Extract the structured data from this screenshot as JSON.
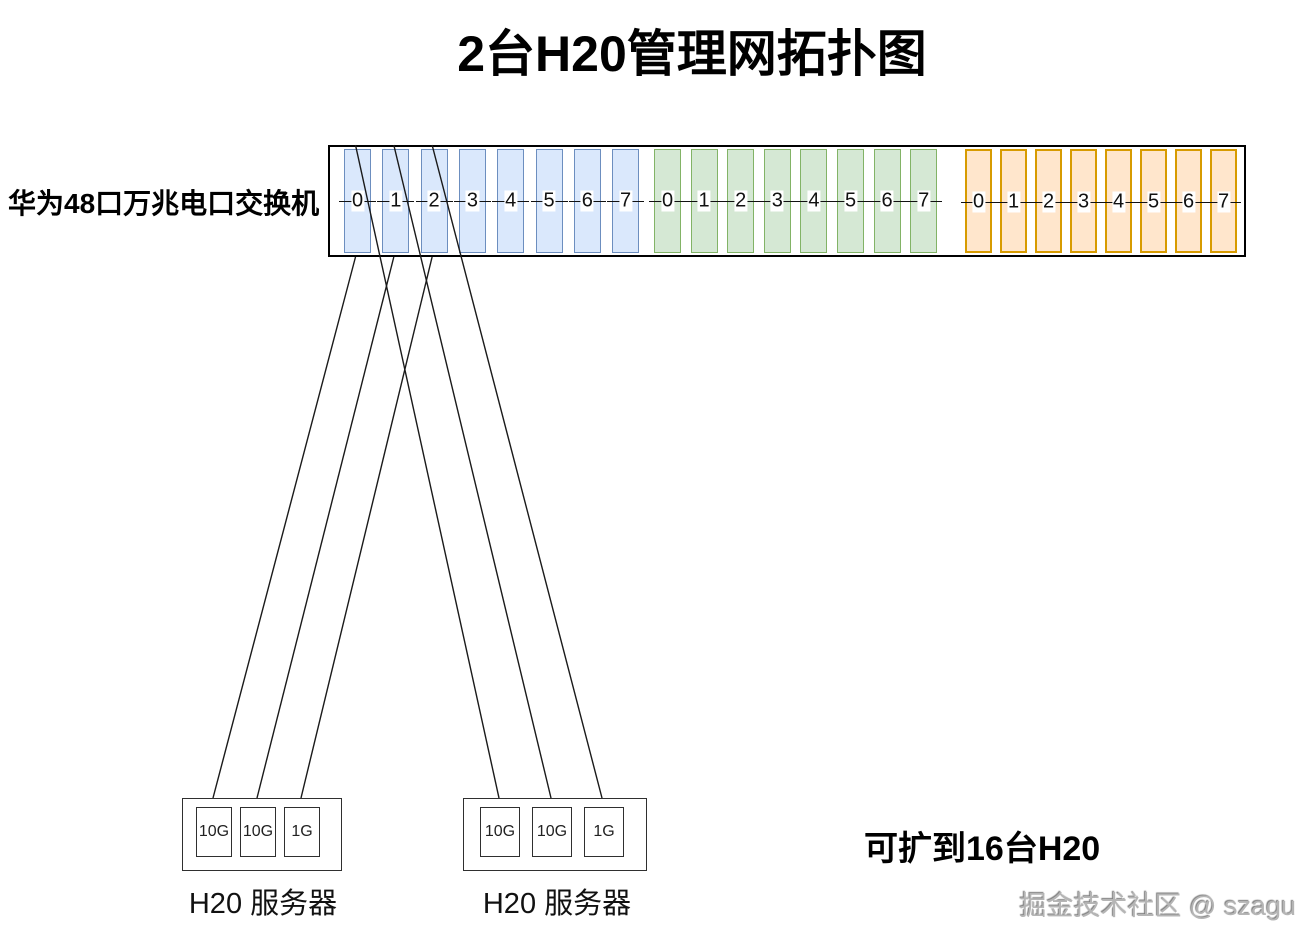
{
  "title": "2台H20管理网拓扑图",
  "switch": {
    "label": "华为48口万兆电口交换机",
    "groups": [
      {
        "name": "blue-port-group",
        "fill": "#dae8fc",
        "stroke": "#6c8ebf",
        "ports": [
          "0",
          "1",
          "2",
          "3",
          "4",
          "5",
          "6",
          "7"
        ]
      },
      {
        "name": "green-port-group",
        "fill": "#d5e8d4",
        "stroke": "#82b366",
        "ports": [
          "0",
          "1",
          "2",
          "3",
          "4",
          "5",
          "6",
          "7"
        ]
      },
      {
        "name": "orange-port-group",
        "fill": "#ffe6cc",
        "stroke": "#d79b00",
        "ports": [
          "0",
          "1",
          "2",
          "3",
          "4",
          "5",
          "6",
          "7"
        ]
      }
    ]
  },
  "servers": [
    {
      "label": "H20 服务器",
      "ports": [
        "10G",
        "10G",
        "1G"
      ]
    },
    {
      "label": "H20 服务器",
      "ports": [
        "10G",
        "10G",
        "1G"
      ]
    }
  ],
  "connections": [
    {
      "group": 0,
      "port": 0,
      "server": 0,
      "server_port": 0
    },
    {
      "group": 0,
      "port": 1,
      "server": 0,
      "server_port": 1
    },
    {
      "group": 0,
      "port": 2,
      "server": 0,
      "server_port": 2
    },
    {
      "group": 0,
      "port": 0,
      "server": 1,
      "server_port": 0
    },
    {
      "group": 0,
      "port": 1,
      "server": 1,
      "server_port": 1
    },
    {
      "group": 0,
      "port": 2,
      "server": 1,
      "server_port": 2
    }
  ],
  "expand_note": "可扩到16台H20",
  "watermark": "掘金技术社区 @ szagu",
  "line_color": "#1a1a1a"
}
